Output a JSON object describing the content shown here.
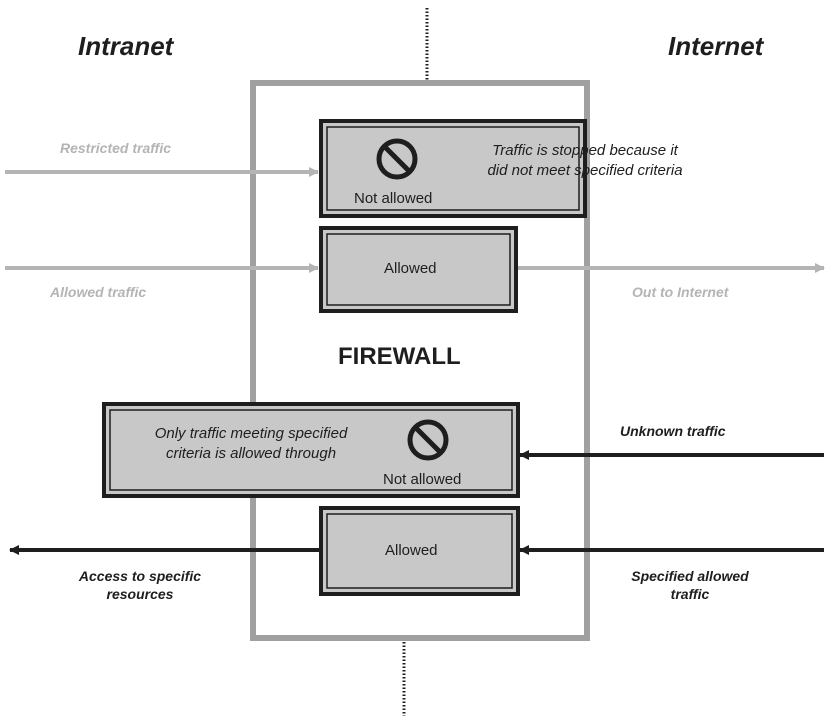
{
  "zones": {
    "intranet": "Intranet",
    "internet": "Internet"
  },
  "firewall": {
    "label": "FIREWALL"
  },
  "traffic": {
    "restricted": "Restricted traffic",
    "allowed": "Allowed traffic",
    "out_to_internet": "Out to Internet",
    "unknown": "Unknown traffic",
    "specified_allowed_line1": "Specified allowed",
    "specified_allowed_line2": "traffic",
    "access_line1": "Access to specific",
    "access_line2": "resources"
  },
  "boxes": {
    "outbound_block": {
      "desc_line1": "Traffic is stopped because it",
      "desc_line2": "did not meet specified criteria",
      "status": "Not allowed"
    },
    "outbound_allow": {
      "status": "Allowed"
    },
    "inbound_block": {
      "desc_line1": "Only traffic meeting specified",
      "desc_line2": "criteria is allowed through",
      "status": "Not allowed"
    },
    "inbound_allow": {
      "status": "Allowed"
    }
  },
  "colors": {
    "dark": "#1e1e1e",
    "light_grey": "#b4b4b4",
    "box_fill": "#c8c8c8",
    "firewall_border": "#a0a0a0"
  },
  "icons": {
    "not_allowed": "prohibition-icon"
  }
}
